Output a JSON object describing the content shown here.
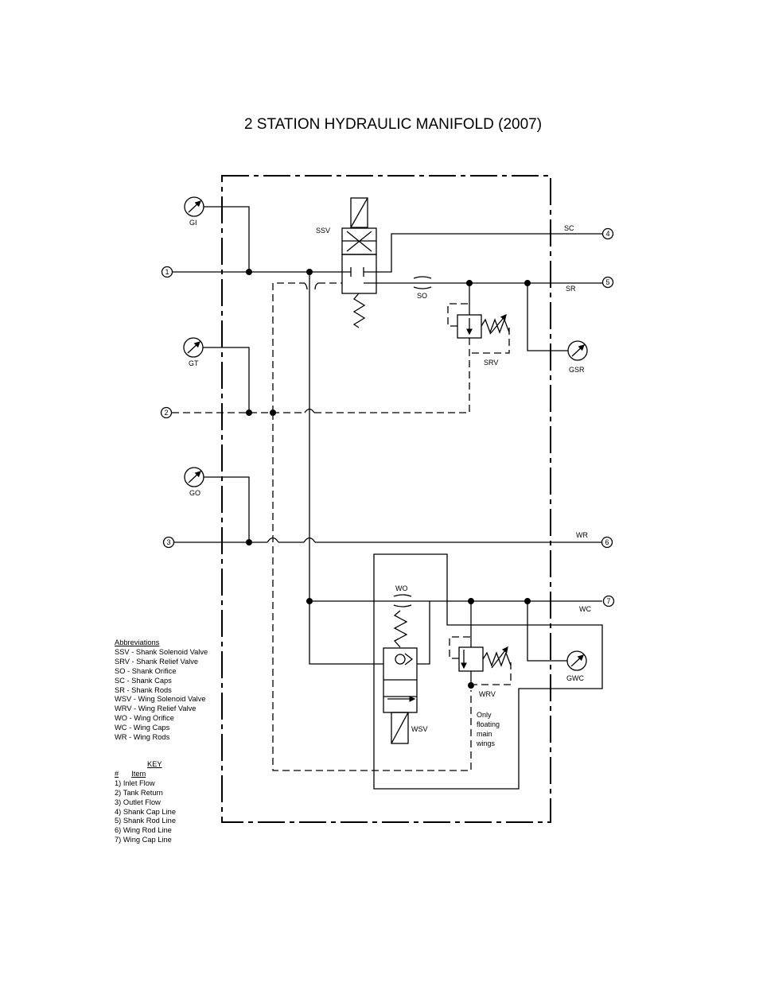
{
  "title": "2 STATION HYDRAULIC MANIFOLD (2007)",
  "labels": {
    "gi": "GI",
    "gt": "GT",
    "go": "GO",
    "gsr": "GSR",
    "gwc": "GWC",
    "ssv": "SSV",
    "so": "SO",
    "srv": "SRV",
    "sc": "SC",
    "sr": "SR",
    "wo": "WO",
    "wsv": "WSV",
    "wrv": "WRV",
    "wc": "WC",
    "wr": "WR",
    "note": [
      "Only",
      "floating",
      "main",
      "wings"
    ]
  },
  "ports": [
    "1",
    "2",
    "3",
    "4",
    "5",
    "6",
    "7"
  ],
  "abbreviations": {
    "heading": "Abbreviations",
    "items": [
      "SSV - Shank Solenoid Valve",
      "SRV - Shank Relief Valve",
      "SO - Shank Orifice",
      "SC - Shank Caps",
      "SR - Shank Rods",
      "WSV - Wing Solenoid Valve",
      "WRV - Wing Relief Valve",
      "WO - Wing Orifice",
      "WC - Wing Caps",
      "WR - Wing Rods"
    ]
  },
  "key": {
    "heading": "KEY",
    "hash": "#",
    "item": "Item",
    "items": [
      "1) Inlet Flow",
      "2) Tank Return",
      "3) Outlet Flow",
      "4) Shank Cap Line",
      "5) Shank Rod Line",
      "6) Wing Rod Line",
      "7) Wing Cap Line"
    ]
  }
}
